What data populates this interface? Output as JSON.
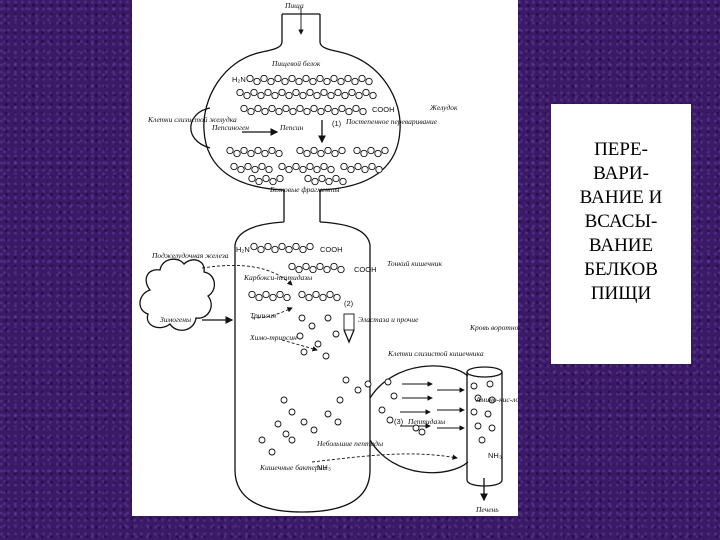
{
  "caption": {
    "lines": [
      "ПЕРЕ-",
      "ВАРИ-",
      "ВАНИЕ И",
      "ВСАСЫ-",
      "ВАНИЕ",
      "БЕЛКОВ",
      "ПИЩИ"
    ]
  },
  "diagram": {
    "food": "Пища",
    "food_protein": "Пищевой белок",
    "h2n_top": "H₂N",
    "cooh_top": "COOH",
    "stomach": "Желудок",
    "gastric_cells": "Клетки слизистой желудка",
    "pepsinogen": "Пепсиноген",
    "pepsin": "Пепсин",
    "marker_1": "(1)",
    "stepwise_cleavage": "Постепенное переваривание",
    "protein_fragments": "Белковые фрагменты",
    "h2n_mid": "H₂N",
    "cooh_mid1": "COOH",
    "cooh_mid2": "COOH",
    "pancreas": "Поджелудочная железа",
    "small_intestine": "Тонкий кишечник",
    "carboxypeptidases": "Карбокси-пептидазы",
    "zymogens": "Зимогены",
    "trypsin": "Трипсин",
    "chymotrypsin": "Химо-трипсин",
    "marker_2": "(2)",
    "elastase_etc": "Эластаза и прочие",
    "blood_portal": "Кровь воротной вены",
    "intestinal_cells": "Клетки слизистой кишечника",
    "amino_acids": "Амино-кис-лоты",
    "marker_3": "(3)",
    "peptidases": "Пептидазы",
    "small_peptides": "Небольшие пептиды",
    "nh3_left": "NH₃",
    "nh3_right": "NH₃",
    "intestinal_bacteria": "Кишечные бактерии",
    "liver": "Печень"
  }
}
